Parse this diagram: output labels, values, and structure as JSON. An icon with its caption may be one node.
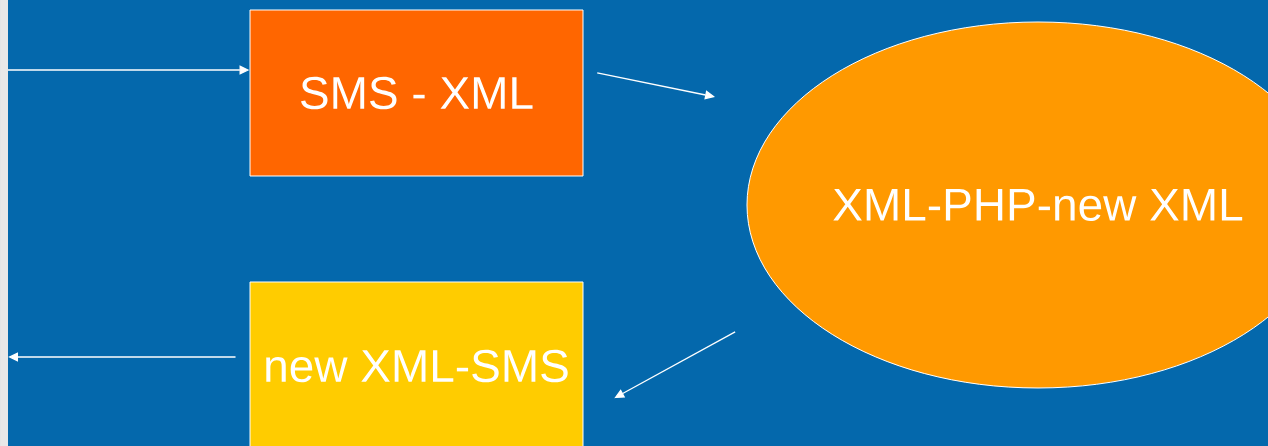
{
  "diagram": {
    "nodes": [
      {
        "text": [
          "SMS - XML"
        ]
      },
      {
        "text": [
          "XML-PHP-new XML"
        ]
      },
      {
        "text": [
          "new XML-SMS"
        ]
      }
    ],
    "edges": [
      {
        "from": null,
        "to": 0,
        "arrow": "to"
      },
      {
        "from": 0,
        "to": 1,
        "arrow": "to"
      },
      {
        "from": 1,
        "to": 2,
        "arrow": "to"
      },
      {
        "from": 2,
        "to": null,
        "arrow": "to"
      }
    ]
  }
}
